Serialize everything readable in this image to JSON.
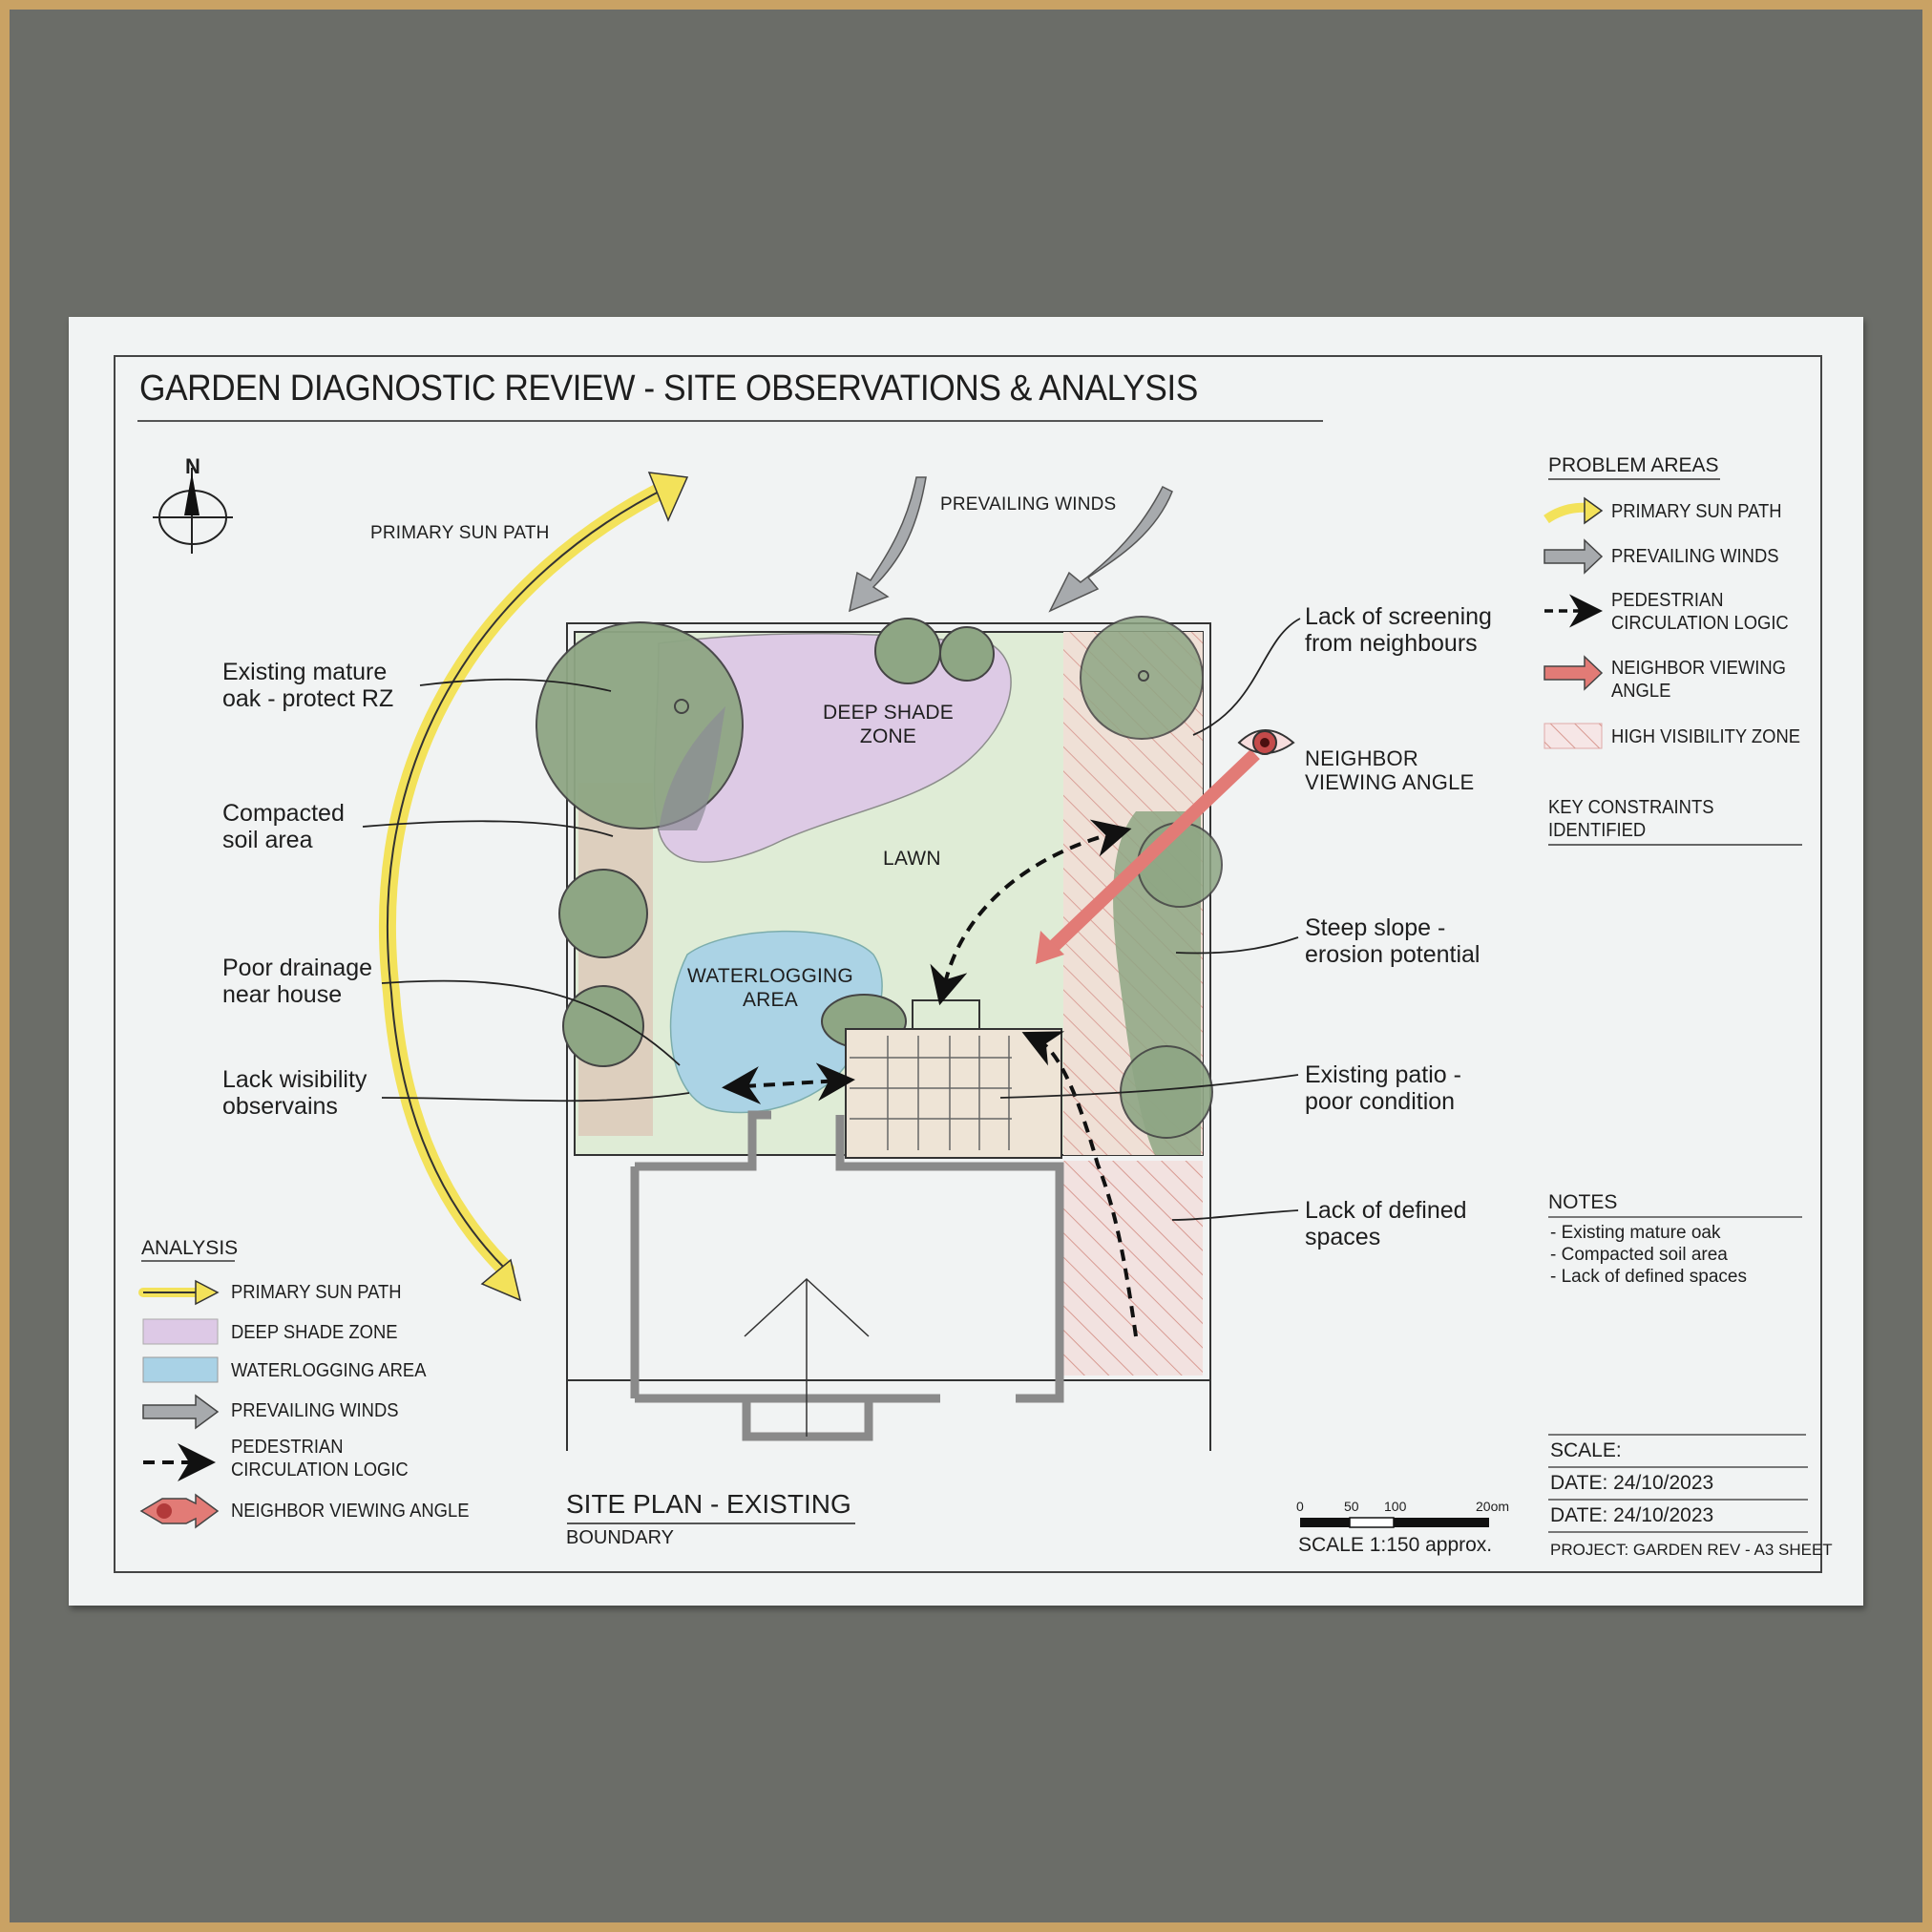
{
  "sheet": {
    "title": "GARDEN DIAGNOSTIC REVIEW - SITE OBSERVATIONS & ANALYSIS",
    "north_label": "N",
    "plan_title": "SITE PLAN - EXISTING",
    "plan_subtitle": "BOUNDARY"
  },
  "plan_labels": {
    "sun_path": "PRIMARY SUN PATH",
    "winds": "PREVAILING WINDS",
    "deep_shade": "DEEP SHADE\nZONE",
    "lawn": "LAWN",
    "waterlogging": "WATERLOGGING\nAREA",
    "neighbor_view": "NEIGHBOR\nVIEWING ANGLE"
  },
  "callouts_left": [
    {
      "text": "Existing mature\noak - protect RZ"
    },
    {
      "text": "Compacted\nsoil area"
    },
    {
      "text": "Poor drainage\nnear house"
    },
    {
      "text": "Lack wisibility\nobservains"
    }
  ],
  "callouts_right": [
    {
      "text": "Lack of screening\nfrom neighbours"
    },
    {
      "text": "Steep slope -\nerosion potential"
    },
    {
      "text": "Existing patio -\npoor condition"
    },
    {
      "text": "Lack of defined\nspaces"
    }
  ],
  "legend_analysis": {
    "heading": "ANALYSIS",
    "items": [
      {
        "label": "PRIMARY SUN PATH",
        "icon": "yellow-arrow"
      },
      {
        "label": "DEEP SHADE ZONE",
        "icon": "purple-swatch"
      },
      {
        "label": "WATERLOGGING AREA",
        "icon": "blue-swatch"
      },
      {
        "label": "PREVAILING WINDS",
        "icon": "grey-arrow"
      },
      {
        "label": "PEDESTRIAN\nCIRCULATION LOGIC",
        "icon": "dashed-arrow"
      },
      {
        "label": "NEIGHBOR VIEWING ANGLE",
        "icon": "eye-red-arrow"
      }
    ]
  },
  "legend_problems": {
    "heading": "PROBLEM AREAS",
    "items": [
      {
        "label": "PRIMARY SUN PATH",
        "icon": "yellow-arrow"
      },
      {
        "label": "PREVAILING WINDS",
        "icon": "grey-arrow"
      },
      {
        "label": "PEDESTRIAN\nCIRCULATION LOGIC",
        "icon": "dashed-arrow"
      },
      {
        "label": "NEIGHBOR VIEWING\nANGLE",
        "icon": "red-arrow"
      },
      {
        "label": "HIGH VISIBILITY ZONE",
        "icon": "hatched-swatch"
      }
    ],
    "constraints_heading": "KEY CONSTRAINTS\nIDENTIFIED"
  },
  "notes": {
    "heading": "NOTES",
    "items": [
      "- Existing mature oak",
      "- Compacted soil area",
      "- Lack of defined spaces"
    ]
  },
  "title_block": {
    "scale": "SCALE:",
    "date1": "DATE: 24/10/2023",
    "date2": "DATE: 24/10/2023",
    "project": "PROJECT: GARDEN REV - A3 SHEET"
  },
  "scale_bar": {
    "ticks": [
      "0",
      "50",
      "100",
      "20om"
    ],
    "caption": "SCALE 1:150 approx."
  },
  "colors": {
    "frame": "#c9a264",
    "background": "#6b6d68",
    "paper": "#f1f3f3",
    "sun_yellow": "#f3e25a",
    "wind_grey": "#a7aaad",
    "shade_purple": "#ddc9e6",
    "water_blue": "#a9d2e6",
    "lawn_green": "#dfecd6",
    "tree_green": "#8ea684",
    "neighbor_red": "#e27b76",
    "patio_beige": "#eee4d6"
  }
}
